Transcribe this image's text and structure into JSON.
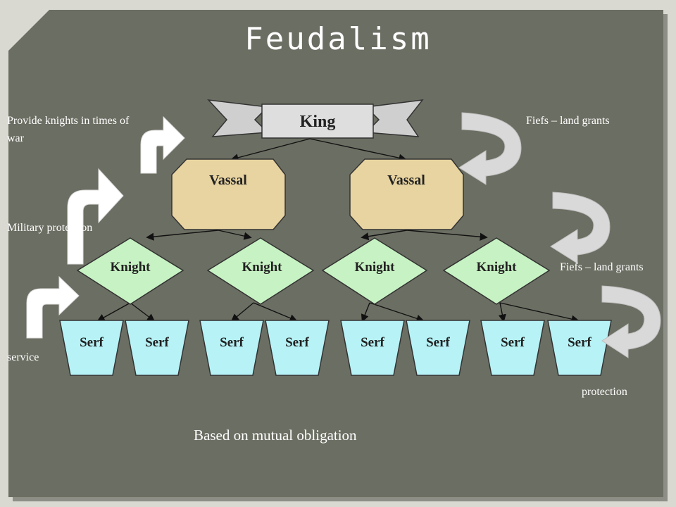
{
  "title": "Feudalism",
  "caption": "Based on mutual obligation",
  "labels": {
    "provide_knights": "Provide knights in times of war",
    "military_protection": "Military protection",
    "service": "service",
    "fiefs_top": "Fiefs – land grants",
    "fiefs_mid": "Fiefs – land grants",
    "protection": "protection"
  },
  "hierarchy": {
    "king": "King",
    "vassal": "Vassal",
    "knight": "Knight",
    "serf": "Serf"
  },
  "colors": {
    "background": "#6b6e62",
    "king": "#d7d7d7",
    "vassal": "#e8d4a0",
    "knight": "#c7f2c3",
    "serf": "#b6f2f6",
    "arrow_up": "#ffffff",
    "arrow_down": "#d9d9d9"
  }
}
